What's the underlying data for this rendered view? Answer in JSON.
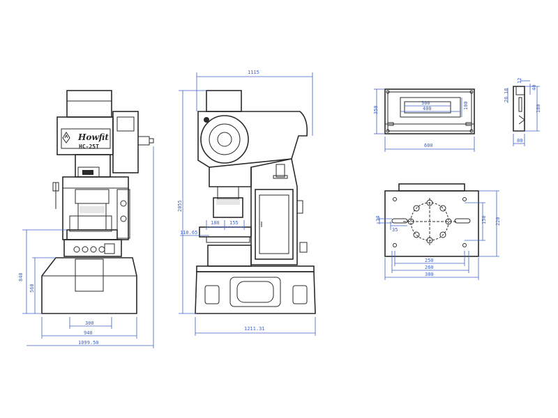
{
  "front_view": {
    "brand": "Howfit",
    "model": "HC-25T",
    "dim_width_300": "300",
    "dim_width_940": "940",
    "dim_width_1099": "1099.50",
    "dim_height_840": "840",
    "dim_height_560": "560"
  },
  "side_view": {
    "dim_top_1115": "1115",
    "dim_height_2055": "2055",
    "dim_180": "180",
    "dim_155": "155",
    "dim_110": "110.65",
    "dim_base_1211": "1211.31"
  },
  "top_detail": {
    "dim_600": "600",
    "dim_350": "350",
    "dim_300": "300",
    "dim_400": "400",
    "dim_100": "100"
  },
  "side_detail": {
    "dim_12": "12",
    "dim_40": "40",
    "dim_18": "18",
    "dim_26": "26",
    "dim_180": "180",
    "dim_80": "80"
  },
  "bolster_plate": {
    "dim_14": "14",
    "dim_35": "35",
    "dim_150": "150",
    "dim_220": "220",
    "dim_250": "250",
    "dim_260": "260",
    "dim_380": "380"
  },
  "colors": {
    "line": "#2a2a2a",
    "dimension": "#3f63c8"
  }
}
